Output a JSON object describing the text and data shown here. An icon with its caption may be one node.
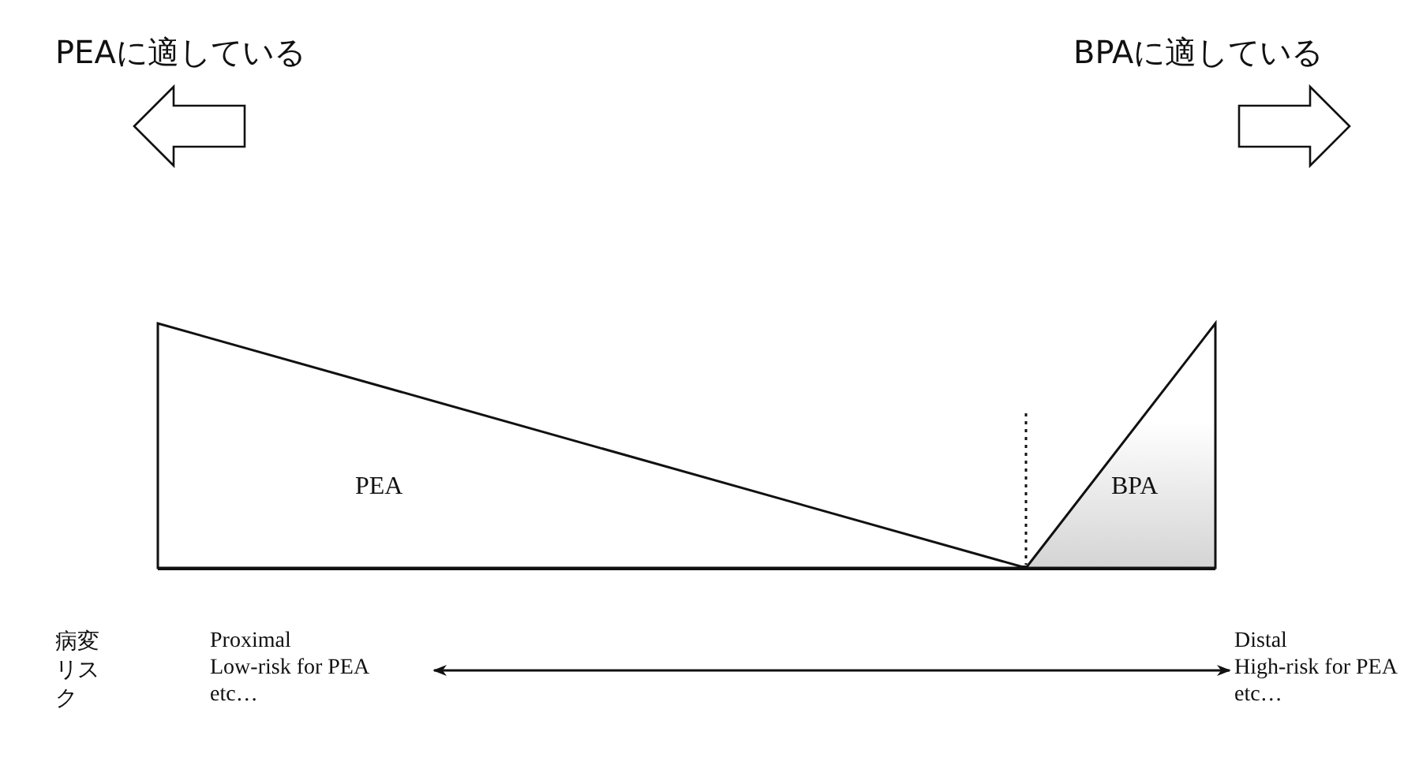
{
  "diagram": {
    "nodes": [
      {
        "text": [
          "PEA"
        ]
      },
      {
        "text": [
          "BPA"
        ]
      },
      {
        "text": [
          "Proximal",
          "Low-risk for PEA",
          "etc…"
        ]
      },
      {
        "text": [
          "Distal",
          "High-risk for PEA",
          "etc…"
        ]
      }
    ],
    "edges": [
      {
        "from": 2,
        "to": 3,
        "arrow": "both"
      }
    ],
    "labels": [
      "PEAに適している",
      "BPAに適している",
      "病変リスク"
    ]
  }
}
